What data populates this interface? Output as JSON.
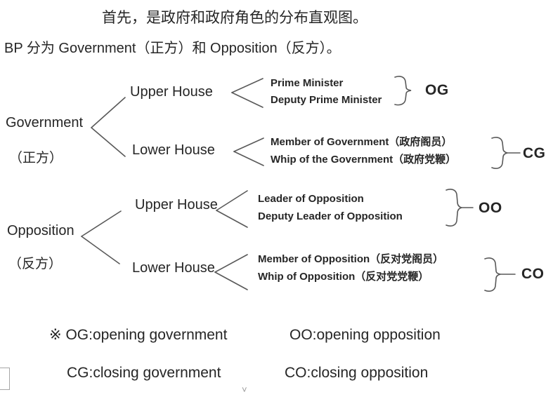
{
  "title": "首先，是政府和政府角色的分布直观图。",
  "intro": "BP 分为 Government（正方）和 Opposition（反方）。",
  "tree": {
    "government": {
      "name": "Government",
      "side": "（正方）",
      "upper_house": "Upper House",
      "lower_house": "Lower House",
      "upper_roles": [
        "Prime Minister",
        "Deputy Prime Minister"
      ],
      "upper_group": "OG",
      "lower_roles": [
        "Member of Government（政府阁员）",
        "Whip of the Government（政府党鞭）"
      ],
      "lower_group": "CG"
    },
    "opposition": {
      "name": "Opposition",
      "side": "（反方）",
      "upper_house": "Upper House",
      "lower_house": "Lower House",
      "upper_roles": [
        "Leader of Opposition",
        "Deputy Leader of Opposition"
      ],
      "upper_group": "OO",
      "lower_roles": [
        "Member of Opposition（反对党阁员）",
        "Whip of Opposition（反对党党鞭）"
      ],
      "lower_group": "CO"
    }
  },
  "legend": {
    "marker": "※",
    "items": [
      "OG:opening government",
      "OO:opening opposition",
      "CG:closing government",
      "CO:closing opposition"
    ]
  },
  "artifact_mark": "˅",
  "colors": {
    "text": "#262626",
    "line": "#595959",
    "background": "#ffffff"
  }
}
